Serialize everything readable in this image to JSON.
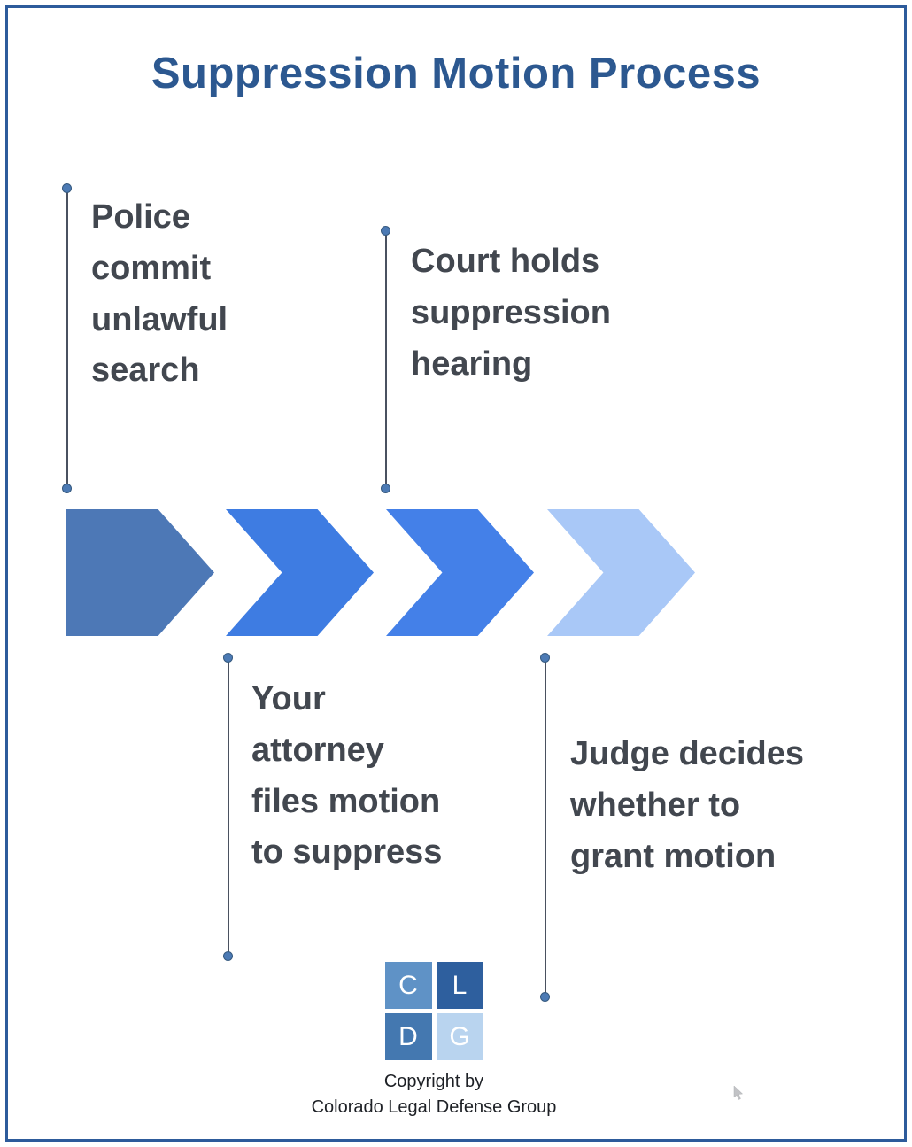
{
  "page": {
    "title": "Suppression Motion Process"
  },
  "theme": {
    "border_color": "#2d5b9b",
    "title_color": "#2c5890",
    "step_text_color": "#42474f",
    "connector_line_color": "#4a5160",
    "connector_dot_color": "#4c7ab4"
  },
  "steps": [
    {
      "label": "Police\ncommit\nunlawful\nsearch"
    },
    {
      "label": "Your\nattorney\nfiles motion\nto suppress"
    },
    {
      "label": "Court holds\nsuppression\nhearing"
    },
    {
      "label": "Judge decides\nwhether to\ngrant motion"
    }
  ],
  "chevrons": [
    {
      "name": "chevron-1",
      "color": "#4d78b6"
    },
    {
      "name": "chevron-2",
      "color": "#3e7ce2"
    },
    {
      "name": "chevron-3",
      "color": "#4480e8"
    },
    {
      "name": "chevron-4",
      "color": "#a9c8f7"
    }
  ],
  "logo": {
    "squares": [
      {
        "letter": "C",
        "bg": "#5f92c6",
        "fg": "#ffffff"
      },
      {
        "letter": "L",
        "bg": "#2e5f9e",
        "fg": "#ffffff"
      },
      {
        "letter": "D",
        "bg": "#4478b0",
        "fg": "#ffffff"
      },
      {
        "letter": "G",
        "bg": "#b9d4ef",
        "fg": "#ffffff"
      }
    ]
  },
  "footer": {
    "copyright_line1": "Copyright by",
    "copyright_line2": "Colorado Legal Defense Group"
  }
}
